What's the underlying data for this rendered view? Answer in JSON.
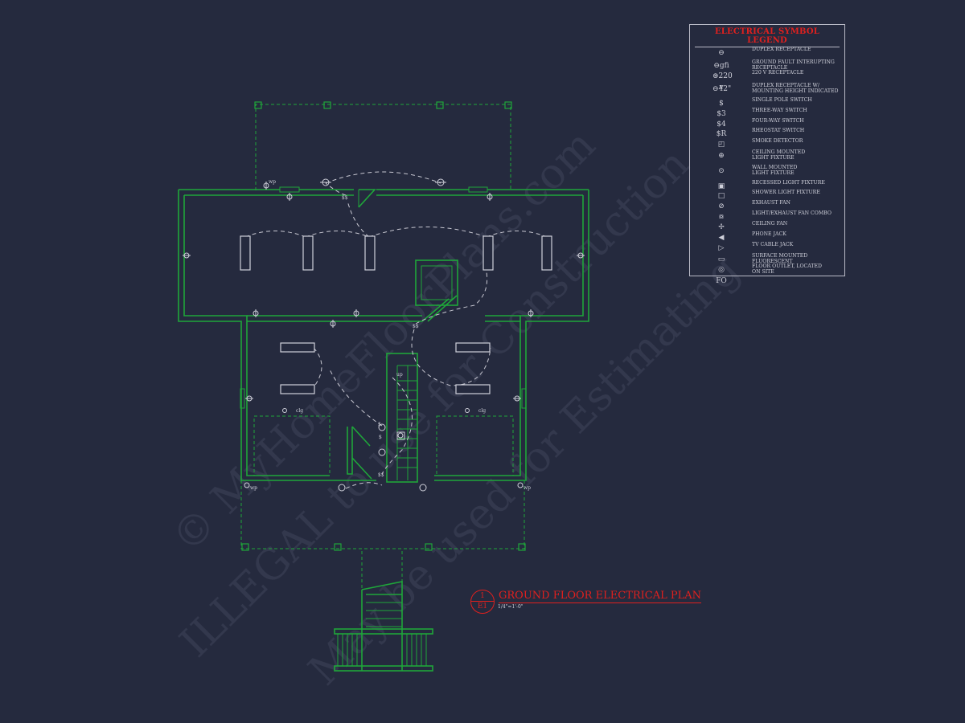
{
  "legend": {
    "title": "ELECTRICAL SYMBOL LEGEND",
    "items": [
      {
        "icon": "duplex-receptacle-icon",
        "glyph": "⊖",
        "label": "DUPLEX RECEPTACLE"
      },
      {
        "icon": "gfi-receptacle-icon",
        "glyph": "⊖gfi",
        "label": "GROUND FAULT INTERUPTING\nRECEPTACLE"
      },
      {
        "icon": "220v-receptacle-icon",
        "glyph": "⊜220 v",
        "label": "220 V RECEPTACLE"
      },
      {
        "icon": "mounted-receptacle-icon",
        "glyph": "⊖42\"",
        "label": "DUPLEX RECEPTACLE W/\nMOUNTING HEIGHT INDICATED"
      },
      {
        "icon": "single-pole-switch-icon",
        "glyph": "$",
        "label": "SINGLE POLE SWITCH"
      },
      {
        "icon": "three-way-switch-icon",
        "glyph": "$3",
        "label": "THREE-WAY SWITCH"
      },
      {
        "icon": "four-way-switch-icon",
        "glyph": "$4",
        "label": "FOUR-WAY SWITCH"
      },
      {
        "icon": "rheostat-switch-icon",
        "glyph": "$R",
        "label": "RHEOSTAT SWITCH"
      },
      {
        "icon": "smoke-detector-icon",
        "glyph": "◰",
        "label": "SMOKE DETECTOR"
      },
      {
        "icon": "ceiling-light-icon",
        "glyph": "⊕",
        "label": "CEILING MOUNTED\nLIGHT FIXTURE"
      },
      {
        "icon": "wall-light-icon",
        "glyph": "⊙",
        "label": "WALL MOUNTED\nLIGHT FIXTURE"
      },
      {
        "icon": "recessed-light-icon",
        "glyph": "▣",
        "label": "RECESSED LIGHT FIXTURE"
      },
      {
        "icon": "shower-light-icon",
        "glyph": "□",
        "label": "SHOWER LIGHT FIXTURE"
      },
      {
        "icon": "exhaust-fan-icon",
        "glyph": "⊘",
        "label": "EXHAUST FAN"
      },
      {
        "icon": "light-exhaust-fan-icon",
        "glyph": "⧇",
        "label": "LIGHT/EXHAUST FAN COMBO"
      },
      {
        "icon": "ceiling-fan-icon",
        "glyph": "✢",
        "label": "CEILING FAN"
      },
      {
        "icon": "phone-jack-icon",
        "glyph": "◀",
        "label": "PHONE JACK"
      },
      {
        "icon": "tv-cable-jack-icon",
        "glyph": "▷",
        "label": "TV CABLE JACK"
      },
      {
        "icon": "fluorescent-icon",
        "glyph": "▭",
        "label": "SURFACE MOUNTED FLUORESCENT"
      },
      {
        "icon": "floor-outlet-icon",
        "glyph": "◎ FO",
        "label": "FLOOR OUTLET, LOCATED\nON SITE"
      }
    ]
  },
  "plan_labels": {
    "wp": "wp",
    "clg": "clg",
    "up": "up"
  },
  "title_block": {
    "number": "1",
    "sheet": "E1",
    "title": "GROUND FLOOR ELECTRICAL PLAN",
    "scale": "1/4\"=1'-0\""
  },
  "watermark": {
    "line1": "© MyHomeFloorPlans.com",
    "line2": "ILLEGAL to use for Construction",
    "line3": "May be used for Estimating"
  },
  "colors": {
    "background": "#252a3e",
    "walls": "#1fa63a",
    "accent": "#e0201e",
    "symbols": "#cfd0da"
  }
}
